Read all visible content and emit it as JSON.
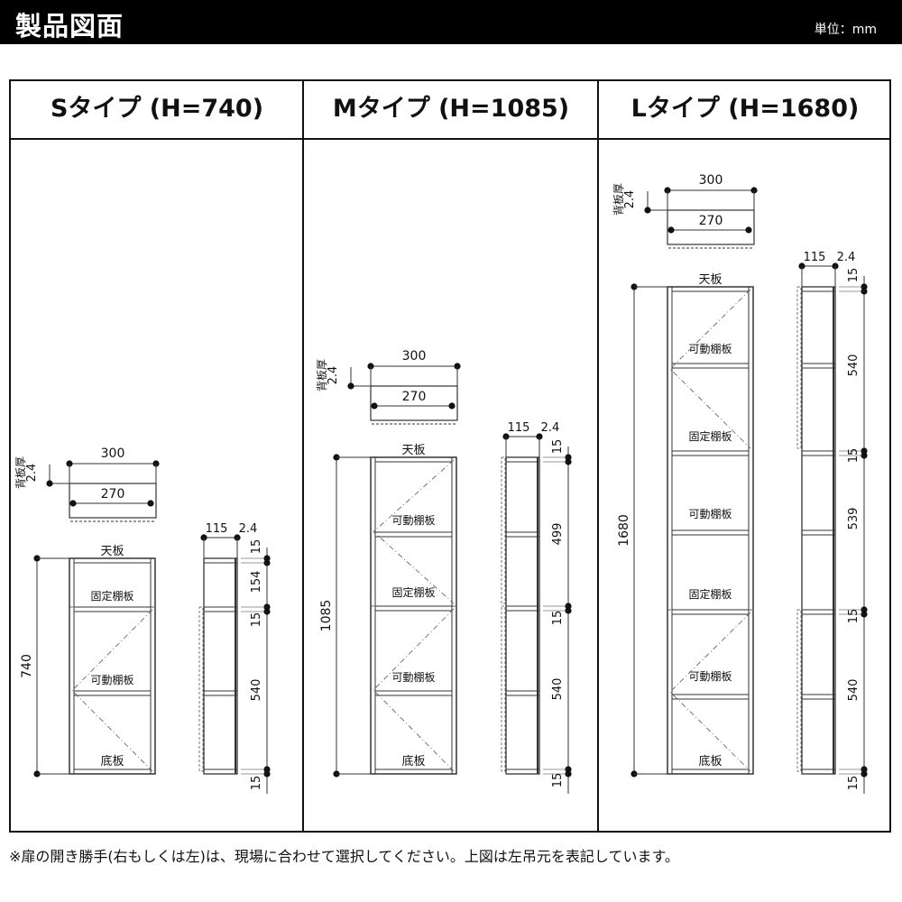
{
  "header": {
    "title": "製品図面",
    "unit": "単位：mm"
  },
  "columns": [
    {
      "title": "Sタイプ (H=740)",
      "height_label": "740",
      "top_width": "300",
      "inner_width": "270",
      "back_label": "背板厚",
      "back_thickness": "2.4",
      "depth": "115",
      "depth_back": "2.4",
      "top_board": "天板",
      "bottom_board": "底板",
      "shelves": [
        {
          "label": "固定棚板"
        },
        {
          "label": "可動棚板"
        }
      ],
      "side_dims": [
        "15",
        "154",
        "15",
        "540",
        "15"
      ]
    },
    {
      "title": "Mタイプ (H=1085)",
      "height_label": "1085",
      "top_width": "300",
      "inner_width": "270",
      "back_label": "背板厚",
      "back_thickness": "2.4",
      "depth": "115",
      "depth_back": "2.4",
      "top_board": "天板",
      "bottom_board": "底板",
      "shelves": [
        {
          "label": "可動棚板"
        },
        {
          "label": "固定棚板"
        },
        {
          "label": "可動棚板"
        }
      ],
      "side_dims": [
        "15",
        "499",
        "15",
        "540",
        "15"
      ]
    },
    {
      "title": "Lタイプ (H=1680)",
      "height_label": "1680",
      "top_width": "300",
      "inner_width": "270",
      "back_label": "背板厚",
      "back_thickness": "2.4",
      "depth": "115",
      "depth_back": "2.4",
      "top_board": "天板",
      "bottom_board": "底板",
      "shelves": [
        {
          "label": "可動棚板"
        },
        {
          "label": "固定棚板"
        },
        {
          "label": "可動棚板"
        },
        {
          "label": "固定棚板"
        },
        {
          "label": "可動棚板"
        }
      ],
      "side_dims": [
        "15",
        "540",
        "15",
        "539",
        "15",
        "540",
        "15"
      ]
    }
  ],
  "footnote": "※扉の開き勝手(右もしくは左)は、現場に合わせて選択してください。上図は左吊元を表記しています。"
}
